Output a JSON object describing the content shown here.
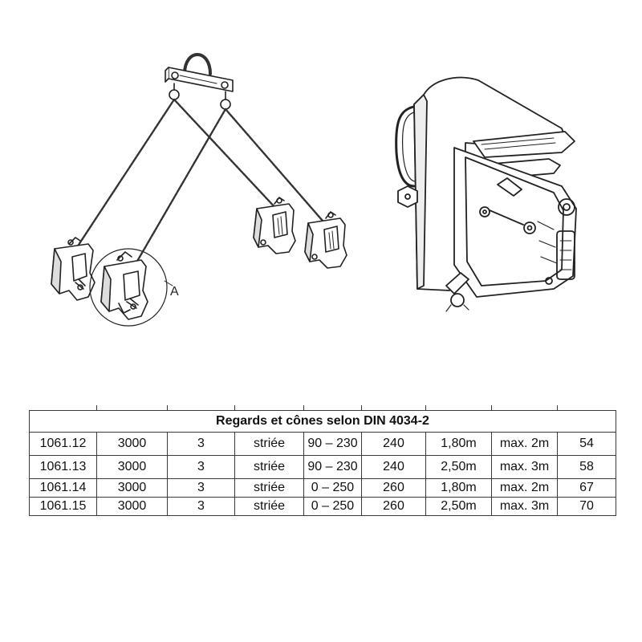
{
  "callout": {
    "label": "A"
  },
  "table": {
    "caption": "Regards et cônes selon DIN 4034-2",
    "rows": [
      [
        "1061.12",
        "3000",
        "3",
        "striée",
        "90 – 230",
        "240",
        "1,80m",
        "max. 2m",
        "54"
      ],
      [
        "1061.13",
        "3000",
        "3",
        "striée",
        "90 – 230",
        "240",
        "2,50m",
        "max. 3m",
        "58"
      ],
      [
        "1061.14",
        "3000",
        "3",
        "striée",
        "0 – 250",
        "260",
        "1,80m",
        "max. 2m",
        "67"
      ],
      [
        "1061.15",
        "3000",
        "3",
        "striée",
        "0 – 250",
        "260",
        "2,50m",
        "max. 3m",
        "70"
      ]
    ]
  }
}
